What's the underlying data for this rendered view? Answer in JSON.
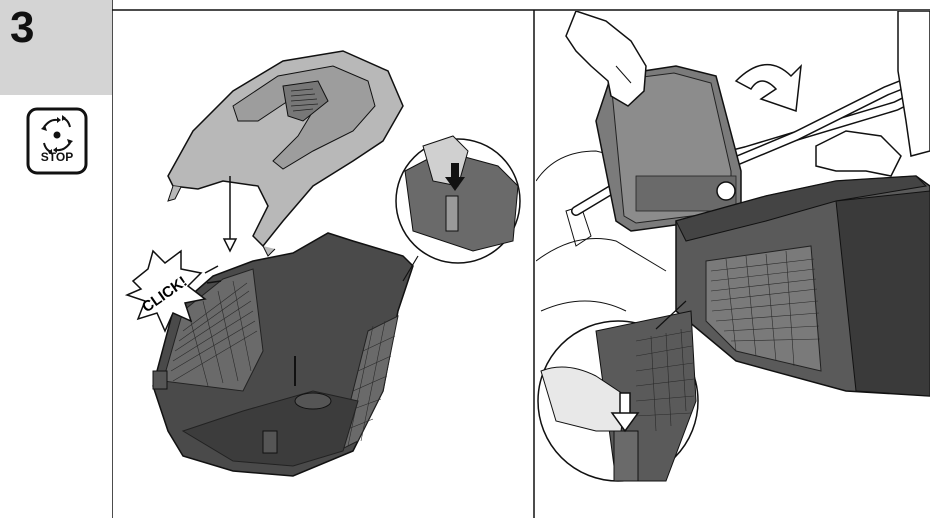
{
  "step": {
    "number": "3"
  },
  "stop_badge": {
    "label": "STOP",
    "icon": "blade-stop-icon"
  },
  "left_panel": {
    "burst_text": "CLICK!"
  },
  "colors": {
    "step_bg": "#d4d4d4",
    "basket": "#4a4a4a",
    "lid": "#b8b8b8",
    "line": "#111111"
  }
}
